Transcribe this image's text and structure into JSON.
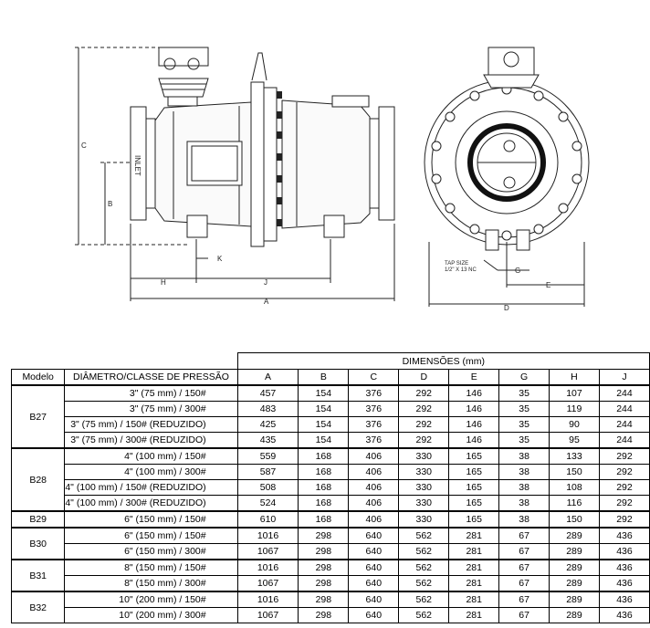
{
  "drawing": {
    "labels": {
      "c": "C",
      "b": "B",
      "k": "K",
      "h": "H",
      "j": "J",
      "a": "A",
      "g": "G",
      "e": "E",
      "d": "D",
      "inlet": "INLET",
      "tap_size_1": "TAP SIZE",
      "tap_size_2": "1/2\" X 13 NC"
    }
  },
  "table": {
    "group_header": "DIMENSÕES (mm)",
    "col_model": "Modelo",
    "col_desc": "DIÂMETRO/CLASSE DE PRESSÃO",
    "dim_cols": [
      "A",
      "B",
      "C",
      "D",
      "E",
      "G",
      "H",
      "J"
    ],
    "groups": [
      {
        "model": "B27",
        "rows": [
          {
            "desc": "3\" (75 mm) / 150#",
            "values": [
              "457",
              "154",
              "376",
              "292",
              "146",
              "35",
              "107",
              "244"
            ]
          },
          {
            "desc": "3\" (75 mm) / 300#",
            "values": [
              "483",
              "154",
              "376",
              "292",
              "146",
              "35",
              "119",
              "244"
            ]
          },
          {
            "desc": "3\" (75 mm) / 150# (REDUZIDO)",
            "values": [
              "425",
              "154",
              "376",
              "292",
              "146",
              "35",
              "90",
              "244"
            ]
          },
          {
            "desc": "3\" (75 mm) / 300# (REDUZIDO)",
            "values": [
              "435",
              "154",
              "376",
              "292",
              "146",
              "35",
              "95",
              "244"
            ]
          }
        ]
      },
      {
        "model": "B28",
        "rows": [
          {
            "desc": "4\" (100 mm) / 150#",
            "values": [
              "559",
              "168",
              "406",
              "330",
              "165",
              "38",
              "133",
              "292"
            ]
          },
          {
            "desc": "4\" (100 mm) / 300#",
            "values": [
              "587",
              "168",
              "406",
              "330",
              "165",
              "38",
              "150",
              "292"
            ]
          },
          {
            "desc": "4\" (100 mm) / 150# (REDUZIDO)",
            "values": [
              "508",
              "168",
              "406",
              "330",
              "165",
              "38",
              "108",
              "292"
            ]
          },
          {
            "desc": "4\" (100 mm) / 300# (REDUZIDO)",
            "values": [
              "524",
              "168",
              "406",
              "330",
              "165",
              "38",
              "116",
              "292"
            ]
          }
        ]
      },
      {
        "model": "B29",
        "rows": [
          {
            "desc": "6\" (150 mm) / 150#",
            "values": [
              "610",
              "168",
              "406",
              "330",
              "165",
              "38",
              "150",
              "292"
            ]
          }
        ]
      },
      {
        "model": "B30",
        "rows": [
          {
            "desc": "6\" (150 mm) / 150#",
            "values": [
              "1016",
              "298",
              "640",
              "562",
              "281",
              "67",
              "289",
              "436"
            ]
          },
          {
            "desc": "6\" (150 mm) / 300#",
            "values": [
              "1067",
              "298",
              "640",
              "562",
              "281",
              "67",
              "289",
              "436"
            ]
          }
        ]
      },
      {
        "model": "B31",
        "rows": [
          {
            "desc": "8\" (150 mm) / 150#",
            "values": [
              "1016",
              "298",
              "640",
              "562",
              "281",
              "67",
              "289",
              "436"
            ]
          },
          {
            "desc": "8\" (150 mm) / 300#",
            "values": [
              "1067",
              "298",
              "640",
              "562",
              "281",
              "67",
              "289",
              "436"
            ]
          }
        ]
      },
      {
        "model": "B32",
        "rows": [
          {
            "desc": "10\" (200 mm) / 150#",
            "values": [
              "1016",
              "298",
              "640",
              "562",
              "281",
              "67",
              "289",
              "436"
            ]
          },
          {
            "desc": "10\" (200 mm) / 300#",
            "values": [
              "1067",
              "298",
              "640",
              "562",
              "281",
              "67",
              "289",
              "436"
            ]
          }
        ]
      }
    ]
  }
}
